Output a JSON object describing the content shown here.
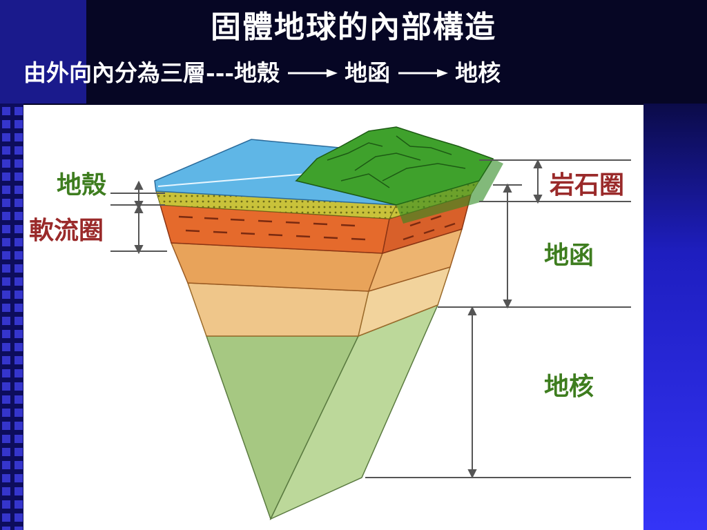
{
  "title": "固體地球的內部構造",
  "subtitle": {
    "text": "由外向內分為三層---地殼",
    "step2": "地函",
    "step3": "地核"
  },
  "labels": {
    "crust": "地殼",
    "asthenosphere": "軟流圈",
    "lithosphere": "岩石圈",
    "mantle": "地函",
    "core": "地核"
  },
  "colors": {
    "background": "#060624",
    "accent_blue": "#2e2ef2",
    "label_green": "#3e7d1f",
    "label_red": "#9a2a2a",
    "ocean": "#5fb6e6",
    "land": "#3fa12c",
    "asthenosphere_layer": "#e56a2c",
    "mantle_upper": "#e8a35a",
    "mantle_lower": "#efc68a",
    "core_layer": "#a8c983"
  }
}
